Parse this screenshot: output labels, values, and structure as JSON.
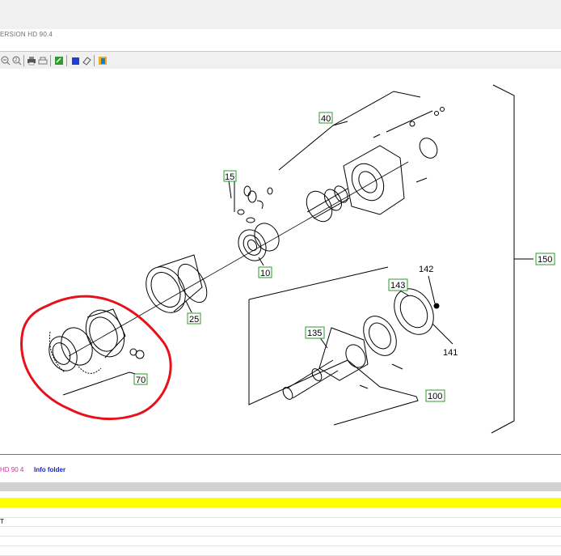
{
  "window": {
    "title": "ERSION HD 90.4"
  },
  "toolbar": {
    "icons": [
      "zoom-in-icon",
      "zoom-out-icon",
      "print-icon",
      "print-preview-icon",
      "export-green-icon",
      "blue-square-icon",
      "eraser-icon",
      "exit-icon"
    ]
  },
  "diagram": {
    "callouts": {
      "c40": "40",
      "c15": "15",
      "c10": "10",
      "c25": "25",
      "c70": "70",
      "c150": "150",
      "c142": "142",
      "c143": "143",
      "c135": "135",
      "c141": "141",
      "c100": "100"
    },
    "highlight_color": "#e8101a"
  },
  "footer": {
    "model": "HD 90 4",
    "info_link": "Info folder",
    "row_text": "T"
  },
  "colors": {
    "model_text": "#d0309a",
    "link_text": "#1a24c8",
    "highlight_band": "#ffff00"
  }
}
